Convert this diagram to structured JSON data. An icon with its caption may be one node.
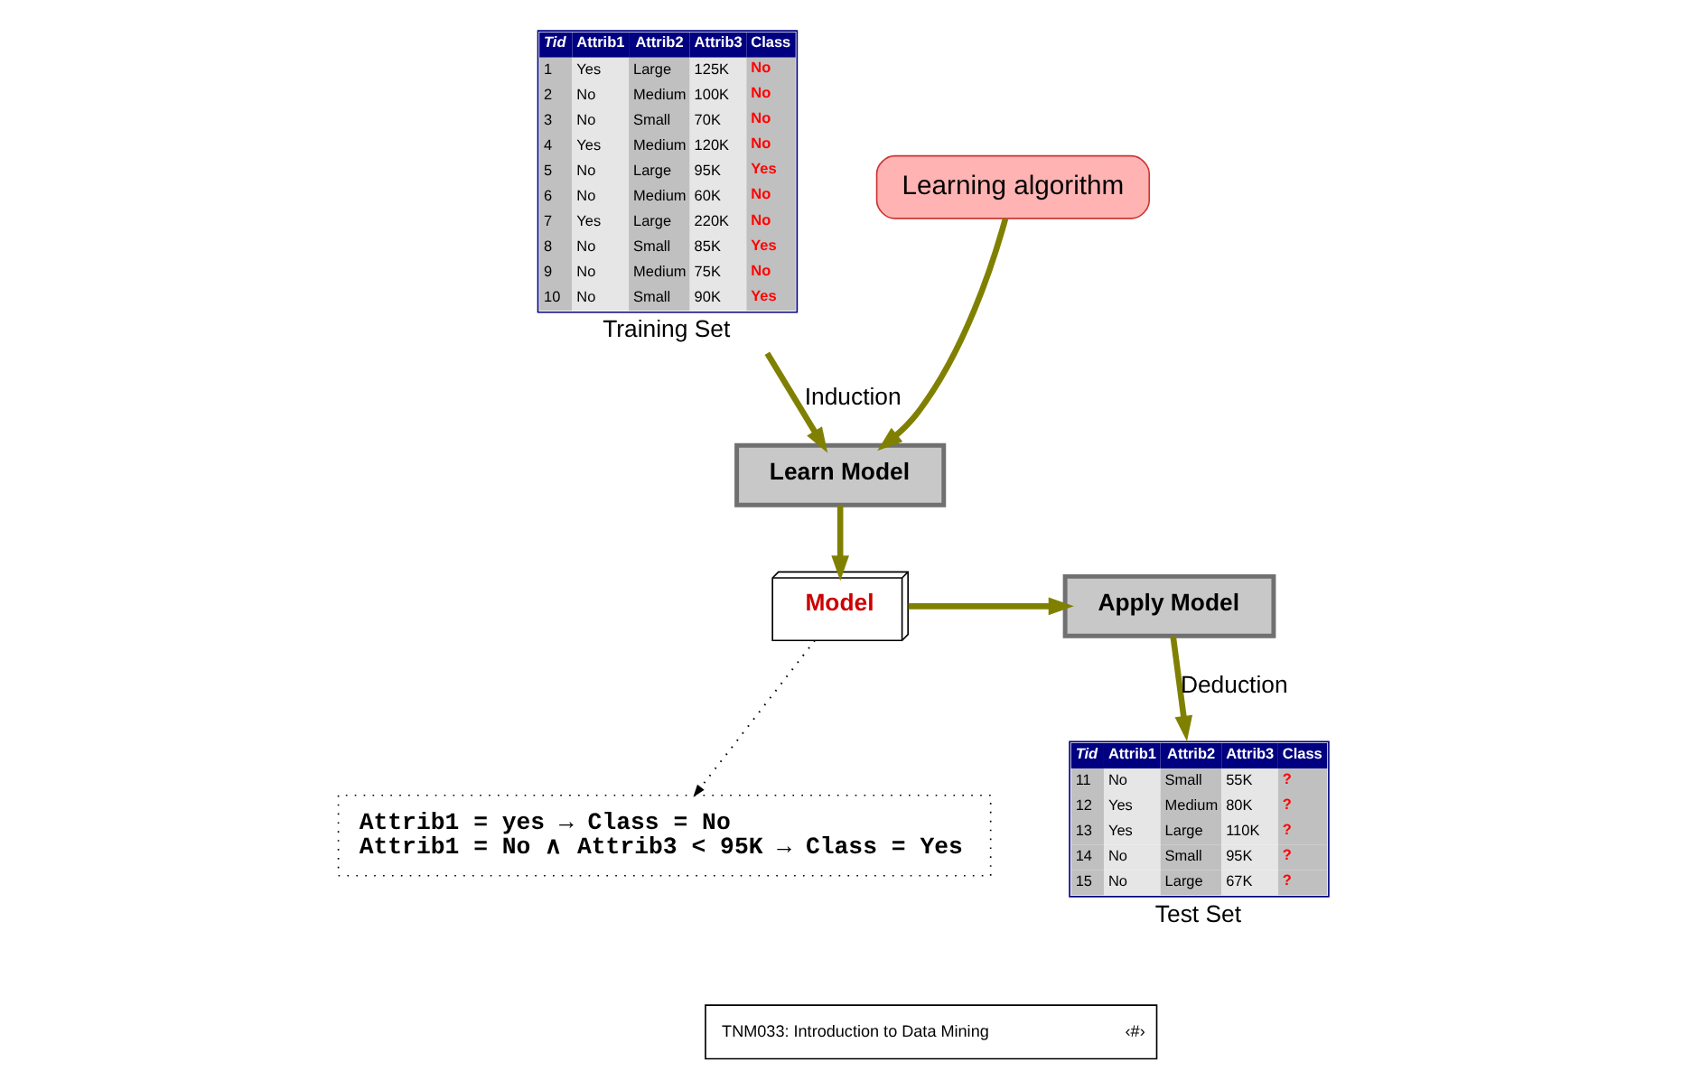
{
  "diagram": {
    "nodes": [
      {
        "text": [
          "Tid",
          "Attrib1",
          "Attrib2",
          "Attrib3",
          "Class",
          "1",
          "Yes",
          "Large",
          "125K",
          "No",
          "2",
          "No",
          "Medium",
          "100K",
          "No",
          "3",
          "No",
          "Small",
          "70K",
          "No",
          "4",
          "Yes",
          "Medium",
          "120K",
          "No",
          "5",
          "No",
          "Large",
          "95K",
          "Yes",
          "6",
          "No",
          "Medium",
          "60K",
          "No",
          "7",
          "Yes",
          "Large",
          "220K",
          "No",
          "8",
          "No",
          "Small",
          "85K",
          "Yes",
          "9",
          "No",
          "Medium",
          "75K",
          "No",
          "10",
          "No",
          "Small",
          "90K",
          "Yes"
        ],
        "beside": [
          "Training Set"
        ]
      },
      {
        "text": [
          "Learning algorithm"
        ]
      },
      {
        "text": [
          "Learn Model"
        ]
      },
      {
        "text": [
          "Model"
        ]
      },
      {
        "text": [
          "Apply Model"
        ]
      },
      {
        "text": [
          "Tid",
          "Attrib1",
          "Attrib2",
          "Attrib3",
          "Class",
          "11",
          "No",
          "Small",
          "55K",
          "?",
          "12",
          "Yes",
          "Medium",
          "80K",
          "?",
          "13",
          "Yes",
          "Large",
          "110K",
          "?",
          "14",
          "No",
          "Small",
          "95K",
          "?",
          "15",
          "No",
          "Large",
          "67K",
          "?"
        ],
        "beside": [
          "Test Set"
        ]
      },
      {
        "text": [
          "Attrib1 = yes → Class = No",
          "Attrib1 = No ∧ Attrib3 < 95K → Class = Yes"
        ]
      },
      {
        "text": [
          "TNM033: Introduction to Data Mining",
          "‹#›"
        ]
      }
    ],
    "edges": [
      {
        "from": 0,
        "to": 2,
        "arrow": "to",
        "label": "Induction"
      },
      {
        "from": 1,
        "to": 2,
        "arrow": "to"
      },
      {
        "from": 2,
        "to": 3,
        "arrow": "to"
      },
      {
        "from": 3,
        "to": 4,
        "arrow": "to"
      },
      {
        "from": 4,
        "to": 5,
        "arrow": "to",
        "label": "Deduction"
      },
      {
        "from": 3,
        "to": 6,
        "arrow": "to",
        "style": "dashed",
        "color": "#000000"
      }
    ]
  }
}
